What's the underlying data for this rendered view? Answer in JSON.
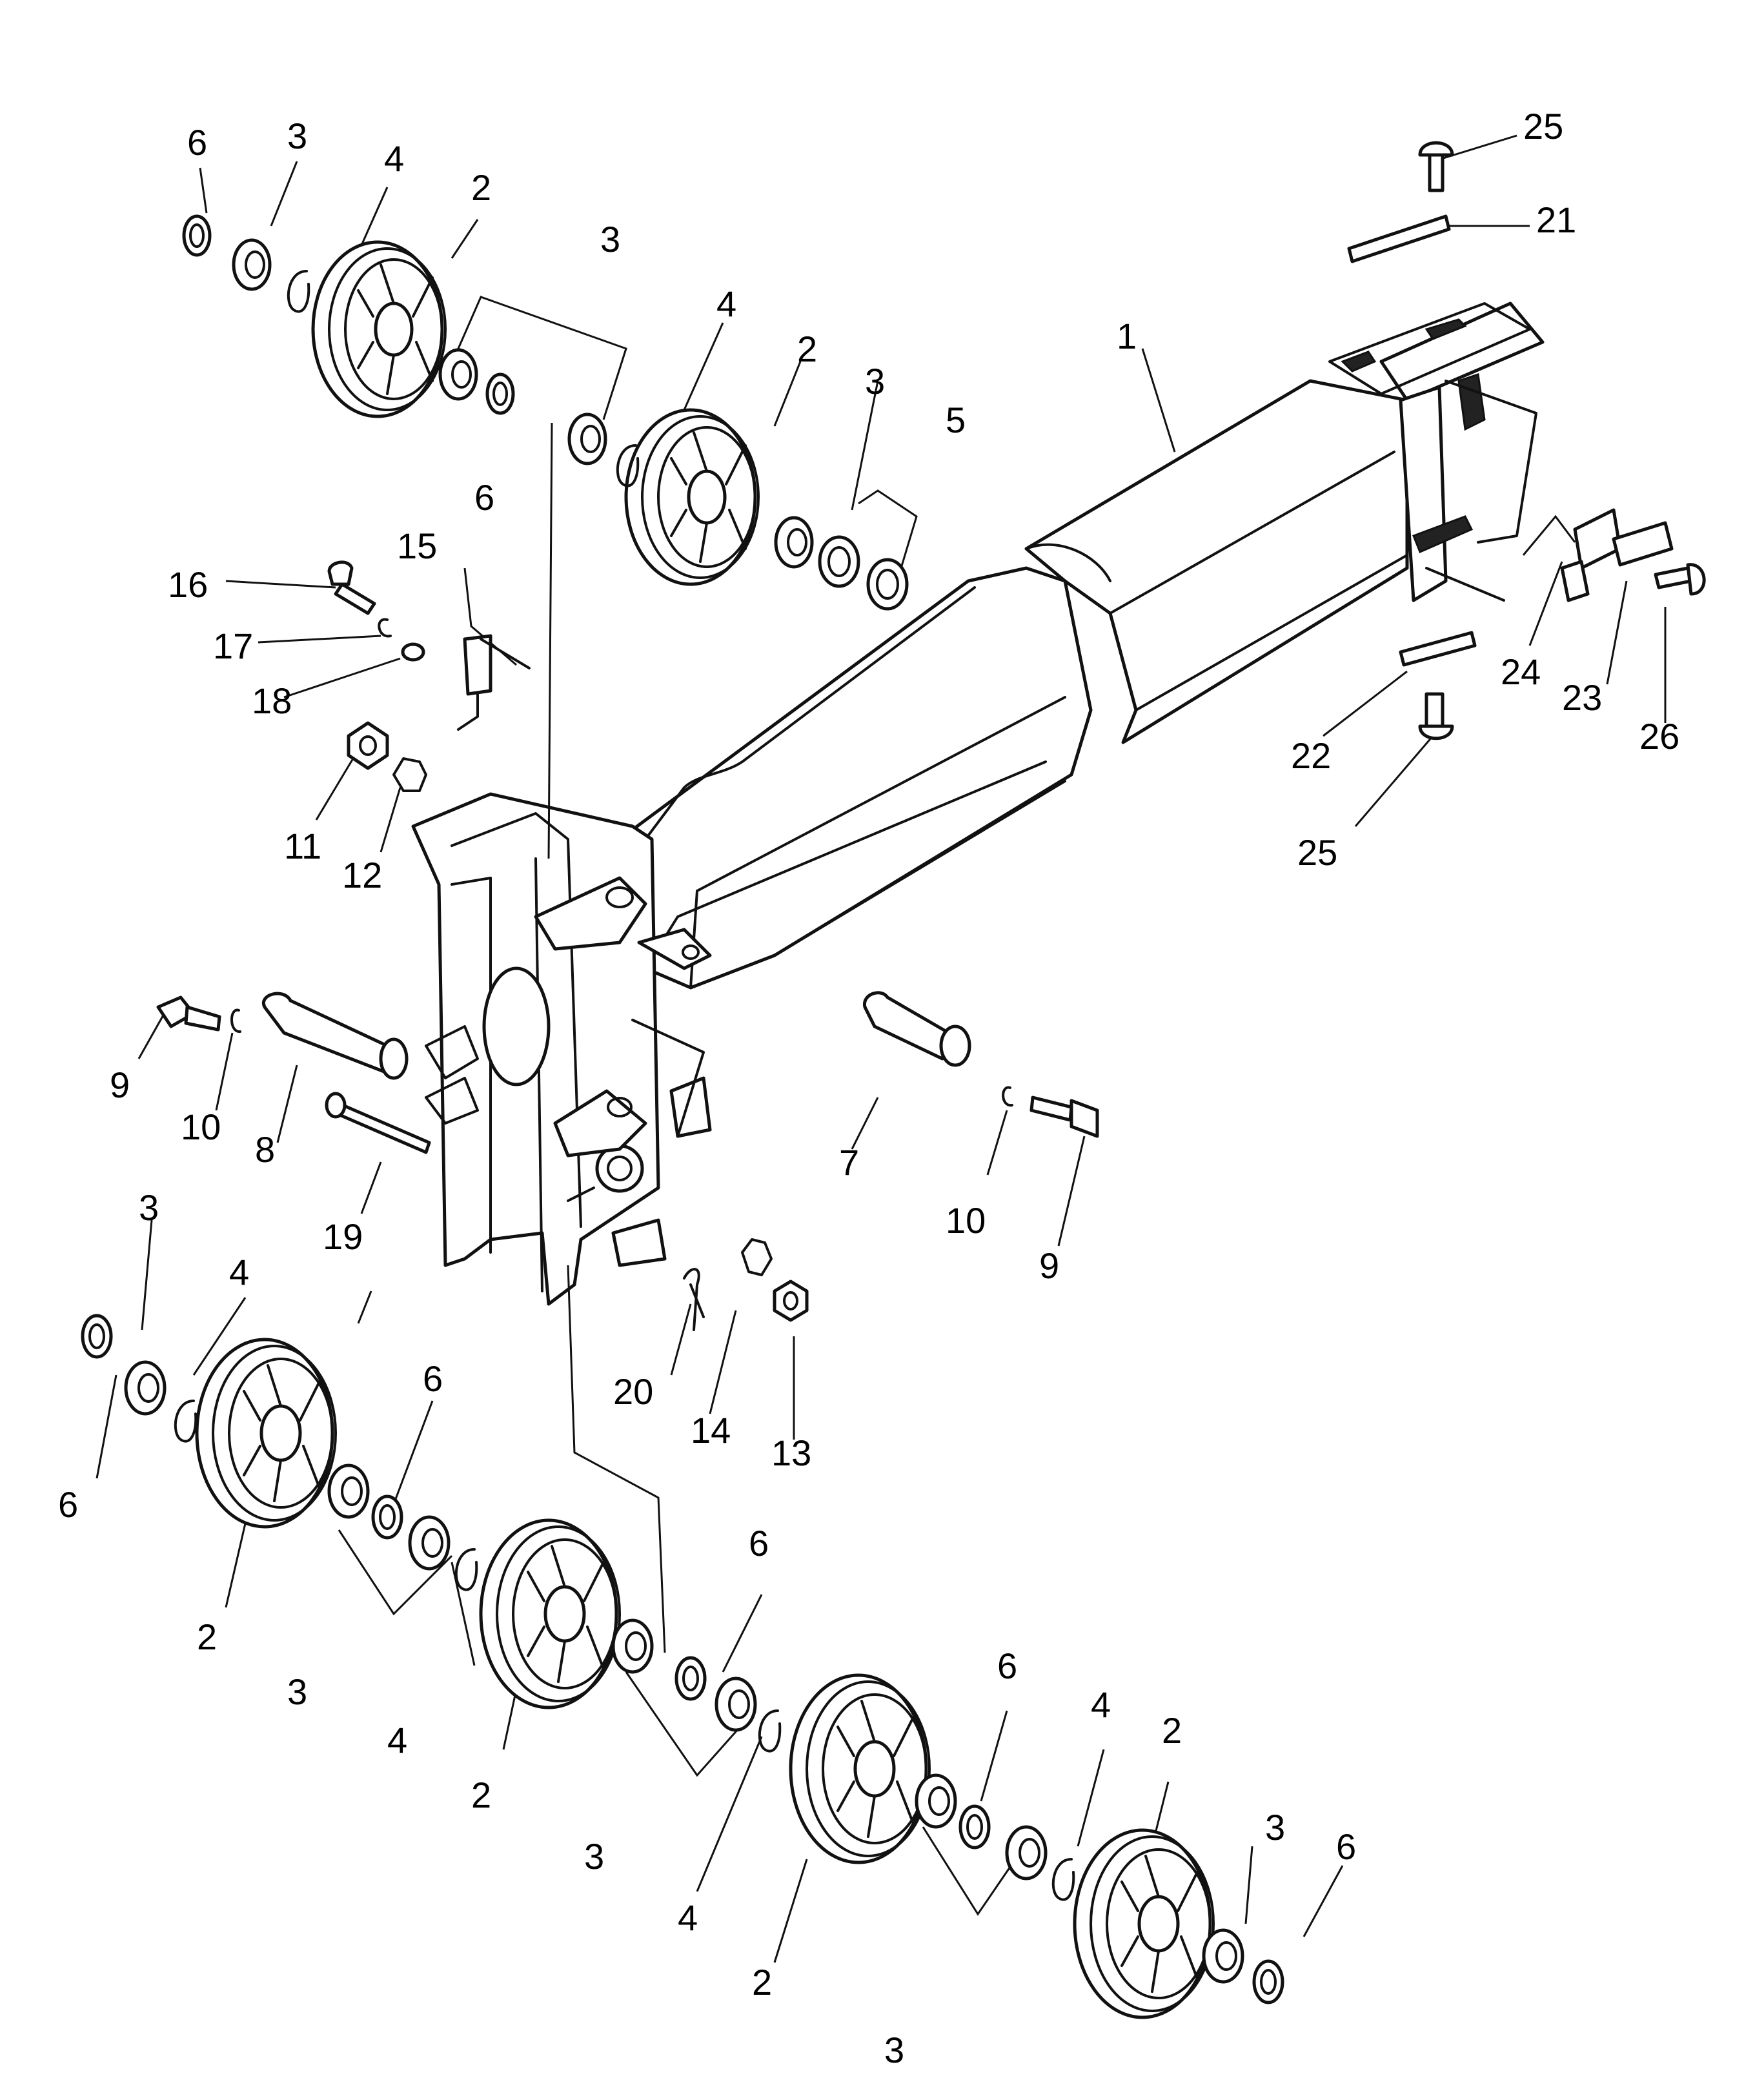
{
  "callouts": [
    {
      "id": "c6a",
      "text": "6"
    },
    {
      "id": "c3a",
      "text": "3"
    },
    {
      "id": "c4a",
      "text": "4"
    },
    {
      "id": "c2a",
      "text": "2"
    },
    {
      "id": "c3b",
      "text": "3"
    },
    {
      "id": "c4b",
      "text": "4"
    },
    {
      "id": "c2b",
      "text": "2"
    },
    {
      "id": "c6b",
      "text": "6"
    },
    {
      "id": "c3c",
      "text": "3"
    },
    {
      "id": "c5",
      "text": "5"
    },
    {
      "id": "c1",
      "text": "1"
    },
    {
      "id": "c25a",
      "text": "25"
    },
    {
      "id": "c21",
      "text": "21"
    },
    {
      "id": "c24",
      "text": "24"
    },
    {
      "id": "c23",
      "text": "23"
    },
    {
      "id": "c26",
      "text": "26"
    },
    {
      "id": "c22",
      "text": "22"
    },
    {
      "id": "c25b",
      "text": "25"
    },
    {
      "id": "c16",
      "text": "16"
    },
    {
      "id": "c15",
      "text": "15"
    },
    {
      "id": "c17",
      "text": "17"
    },
    {
      "id": "c18",
      "text": "18"
    },
    {
      "id": "c11",
      "text": "11"
    },
    {
      "id": "c12",
      "text": "12"
    },
    {
      "id": "c9a",
      "text": "9"
    },
    {
      "id": "c10a",
      "text": "10"
    },
    {
      "id": "c8",
      "text": "8"
    },
    {
      "id": "c19",
      "text": "19"
    },
    {
      "id": "c7",
      "text": "7"
    },
    {
      "id": "c10b",
      "text": "10"
    },
    {
      "id": "c9b",
      "text": "9"
    },
    {
      "id": "c20",
      "text": "20"
    },
    {
      "id": "c14",
      "text": "14"
    },
    {
      "id": "c13",
      "text": "13"
    },
    {
      "id": "c3d",
      "text": "3"
    },
    {
      "id": "c4c",
      "text": "4"
    },
    {
      "id": "c6c",
      "text": "6"
    },
    {
      "id": "c6d",
      "text": "6"
    },
    {
      "id": "c2c",
      "text": "2"
    },
    {
      "id": "c3e",
      "text": "3"
    },
    {
      "id": "c4d",
      "text": "4"
    },
    {
      "id": "c2d",
      "text": "2"
    },
    {
      "id": "c6e",
      "text": "6"
    },
    {
      "id": "c3f",
      "text": "3"
    },
    {
      "id": "c4e",
      "text": "4"
    },
    {
      "id": "c2e",
      "text": "2"
    },
    {
      "id": "c6f",
      "text": "6"
    },
    {
      "id": "c4f",
      "text": "4"
    },
    {
      "id": "c2f",
      "text": "2"
    },
    {
      "id": "c3g",
      "text": "3"
    },
    {
      "id": "c3h",
      "text": "3"
    },
    {
      "id": "c6g",
      "text": "6"
    }
  ]
}
